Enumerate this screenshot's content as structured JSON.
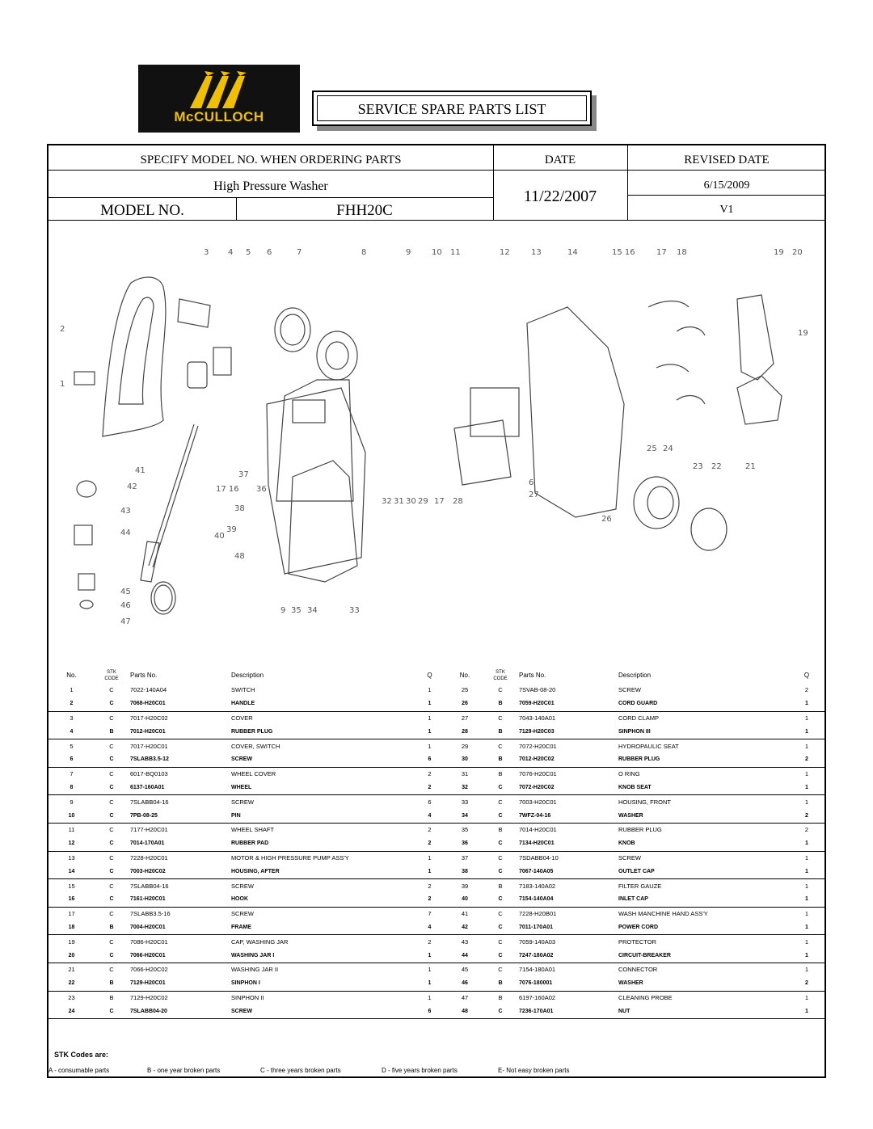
{
  "brand": "McCULLOCH",
  "title": "SERVICE SPARE PARTS LIST",
  "header": {
    "specify_label": "SPECIFY MODEL NO. WHEN ORDERING PARTS",
    "date_label": "DATE",
    "revised_label": "REVISED DATE",
    "product": "High Pressure Washer",
    "date": "11/22/2007",
    "revised_date": "6/15/2009",
    "model_label": "MODEL NO.",
    "model": "FHH20C",
    "version": "V1"
  },
  "diagram": {
    "part_numbers": [
      "3",
      "4",
      "5",
      "6",
      "7",
      "8",
      "9",
      "10",
      "11",
      "12",
      "13",
      "14",
      "15",
      "16",
      "17",
      "18",
      "19",
      "20",
      "2",
      "19",
      "1",
      "41",
      "42",
      "17",
      "16",
      "37",
      "36",
      "38",
      "43",
      "39",
      "44",
      "40",
      "48",
      "45",
      "46",
      "47",
      "9",
      "35",
      "34",
      "33",
      "32",
      "31",
      "30",
      "29",
      "17",
      "28",
      "6",
      "27",
      "25",
      "24",
      "23",
      "22",
      "21",
      "26"
    ]
  },
  "table": {
    "headers": {
      "no": "No.",
      "stk_top": "STK",
      "stk_bottom": "CODE",
      "parts_no": "Parts No.",
      "description": "Description",
      "q": "Q"
    },
    "rows": [
      [
        [
          "1",
          "C",
          "7022-140A04",
          "SWITCH",
          "1"
        ],
        [
          "25",
          "C",
          "7SVAB-08-20",
          "SCREW",
          "2"
        ]
      ],
      [
        [
          "2",
          "C",
          "7068-H20C01",
          "HANDLE",
          "1"
        ],
        [
          "26",
          "B",
          "7059-H20C01",
          "CORD GUARD",
          "1"
        ]
      ],
      [
        [
          "3",
          "C",
          "7017-H20C02",
          "COVER",
          "1"
        ],
        [
          "27",
          "C",
          "7043-140A01",
          "CORD CLAMP",
          "1"
        ]
      ],
      [
        [
          "4",
          "B",
          "7012-H20C01",
          "RUBBER PLUG",
          "1"
        ],
        [
          "28",
          "B",
          "7129-H20C03",
          "SINPHON III",
          "1"
        ]
      ],
      [
        [
          "5",
          "C",
          "7017-H20C01",
          "COVER, SWITCH",
          "1"
        ],
        [
          "29",
          "C",
          "7072-H20C01",
          "HYDROPAULIC SEAT",
          "1"
        ]
      ],
      [
        [
          "6",
          "C",
          "7SLABB3.5-12",
          "SCREW",
          "6"
        ],
        [
          "30",
          "B",
          "7012-H20C02",
          "RUBBER PLUG",
          "2"
        ]
      ],
      [
        [
          "7",
          "C",
          "6017-BQ0103",
          "WHEEL COVER",
          "2"
        ],
        [
          "31",
          "B",
          "7076-H20C01",
          "O RING",
          "1"
        ]
      ],
      [
        [
          "8",
          "C",
          "6137-160A01",
          "WHEEL",
          "2"
        ],
        [
          "32",
          "C",
          "7072-H20C02",
          "KNOB SEAT",
          "1"
        ]
      ],
      [
        [
          "9",
          "C",
          "7SLABB04-16",
          "SCREW",
          "6"
        ],
        [
          "33",
          "C",
          "7003-H20C01",
          "HOUSING, FRONT",
          "1"
        ]
      ],
      [
        [
          "10",
          "C",
          "7PB-08-25",
          "PIN",
          "4"
        ],
        [
          "34",
          "C",
          "7WFZ-04-16",
          "WASHER",
          "2"
        ]
      ],
      [
        [
          "11",
          "C",
          "7177-H20C01",
          "WHEEL SHAFT",
          "2"
        ],
        [
          "35",
          "B",
          "7014-H20C01",
          "RUBBER PLUG",
          "2"
        ]
      ],
      [
        [
          "12",
          "C",
          "7014-170A01",
          "RUBBER PAD",
          "2"
        ],
        [
          "36",
          "C",
          "7134-H20C01",
          "KNOB",
          "1"
        ]
      ],
      [
        [
          "13",
          "C",
          "7228-H20C01",
          "MOTOR & HIGH PRESSURE PUMP ASS'Y",
          "1"
        ],
        [
          "37",
          "C",
          "7SDABB04-10",
          "SCREW",
          "1"
        ]
      ],
      [
        [
          "14",
          "C",
          "7003-H20C02",
          "HOUSING, AFTER",
          "1"
        ],
        [
          "38",
          "C",
          "7067-140A05",
          "OUTLET CAP",
          "1"
        ]
      ],
      [
        [
          "15",
          "C",
          "7SLABB04-16",
          "SCREW",
          "2"
        ],
        [
          "39",
          "B",
          "7183-140A02",
          "FILTER GAUZE",
          "1"
        ]
      ],
      [
        [
          "16",
          "C",
          "7161-H20C01",
          "HOOK",
          "2"
        ],
        [
          "40",
          "C",
          "7154-140A04",
          "INLET CAP",
          "1"
        ]
      ],
      [
        [
          "17",
          "C",
          "7SLABB3.5-16",
          "SCREW",
          "7"
        ],
        [
          "41",
          "C",
          "7228-H20B01",
          "WASH MANCHINE HAND ASS'Y",
          "1"
        ]
      ],
      [
        [
          "18",
          "B",
          "7004-H20C01",
          "FRAME",
          "4"
        ],
        [
          "42",
          "C",
          "7011-170A01",
          "POWER CORD",
          "1"
        ]
      ],
      [
        [
          "19",
          "C",
          "7086-H20C01",
          "CAP, WASHING JAR",
          "2"
        ],
        [
          "43",
          "C",
          "7059-140A03",
          "PROTECTOR",
          "1"
        ]
      ],
      [
        [
          "20",
          "C",
          "7066-H20C01",
          "WASHING JAR I",
          "1"
        ],
        [
          "44",
          "C",
          "7247-180A02",
          "CIRCUIT-BREAKER",
          "1"
        ]
      ],
      [
        [
          "21",
          "C",
          "7066-H20C02",
          "WASHING JAR II",
          "1"
        ],
        [
          "45",
          "C",
          "7154-180A01",
          "CONNECTOR",
          "1"
        ]
      ],
      [
        [
          "22",
          "B",
          "7129-H20C01",
          "SINPHON I",
          "1"
        ],
        [
          "46",
          "B",
          "7076-180001",
          "WASHER",
          "2"
        ]
      ],
      [
        [
          "23",
          "B",
          "7129-H20C02",
          "SINPHON II",
          "1"
        ],
        [
          "47",
          "B",
          "6197-160A02",
          "CLEANING PROBE",
          "1"
        ]
      ],
      [
        [
          "24",
          "C",
          "7SLABB04-20",
          "SCREW",
          "6"
        ],
        [
          "48",
          "C",
          "7236-170A01",
          "NUT",
          "1"
        ]
      ]
    ]
  },
  "stk_codes": {
    "title": "STK Codes are:",
    "items": [
      "A - consumable parts",
      "B - one year broken parts",
      "C - three years broken parts",
      "D - five years broken parts",
      "E- Not easy broken parts"
    ]
  }
}
